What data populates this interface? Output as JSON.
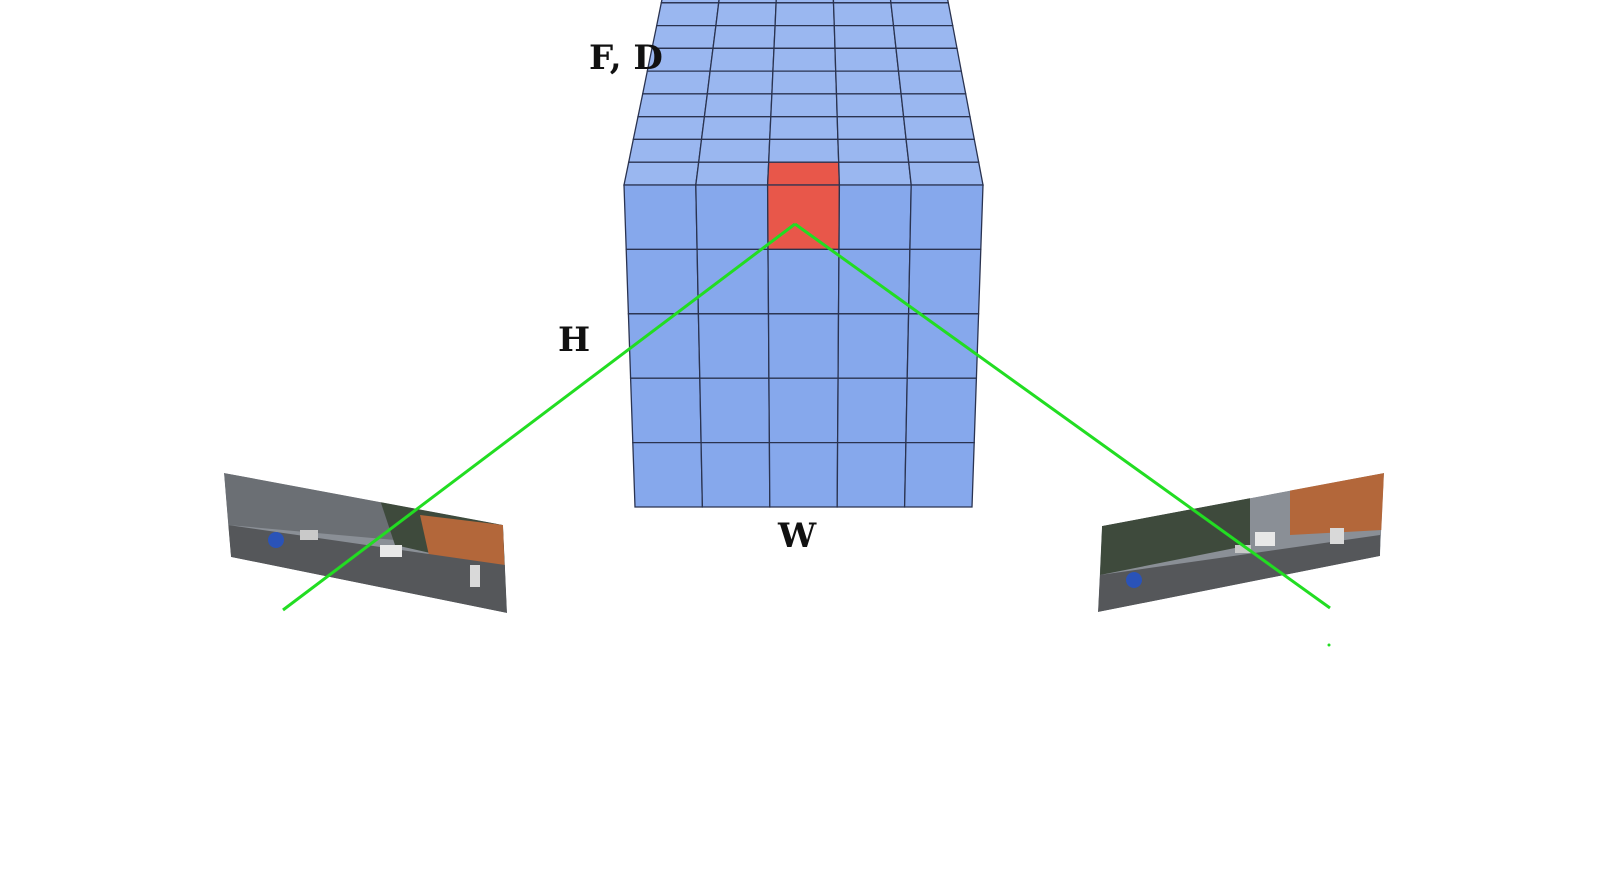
{
  "labels": {
    "fd": "F, D",
    "h": "H",
    "w": "W"
  },
  "grid": {
    "columns": 5,
    "front_rows": 5,
    "top_rows": 9,
    "highlight_column": 2
  },
  "colors": {
    "front_cell": "#86a8ec",
    "top_cell": "#9ab7f0",
    "highlight": "#e8574a",
    "grid_line": "#2a3350",
    "ray": "#22dd22"
  },
  "images": [
    {
      "name": "left-camera-image"
    },
    {
      "name": "right-camera-image"
    }
  ]
}
